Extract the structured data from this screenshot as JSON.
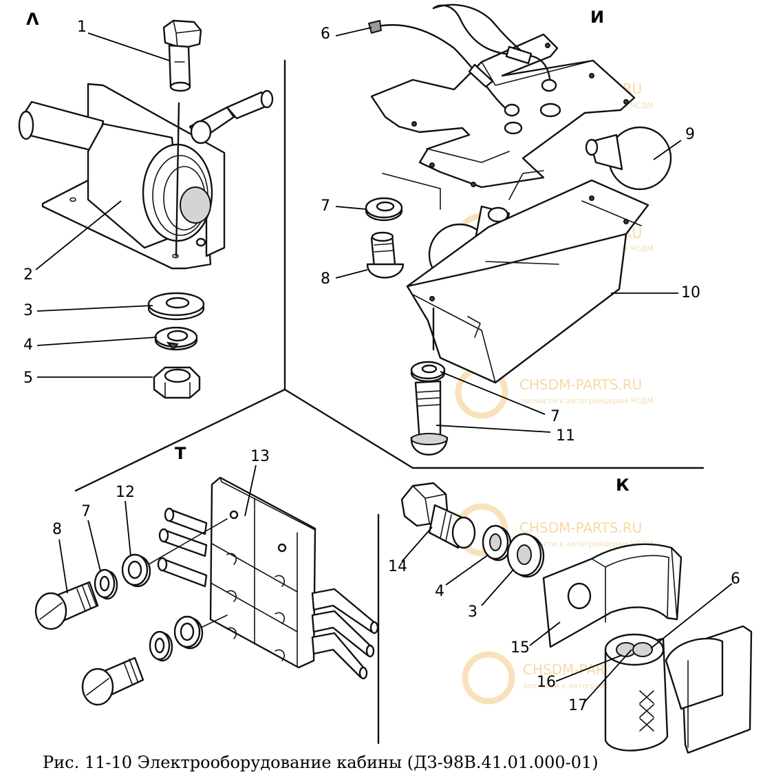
{
  "caption": "Рис. 11-10 Электрооборудование кабины (ДЗ-98В.41.01.000-01)",
  "sections": {
    "L": "Λ",
    "I": "И",
    "T": "Т",
    "K": "К"
  },
  "callouts": {
    "c1": "1",
    "c2": "2",
    "c3": "3",
    "c4": "4",
    "c5": "5",
    "c6": "6",
    "c7": "7",
    "c8": "8",
    "c9": "9",
    "c10": "10",
    "c7b": "7",
    "c11": "11",
    "c13": "13",
    "c8t": "8",
    "c7t": "7",
    "c12": "12",
    "c14": "14",
    "c4k": "4",
    "c3k": "3",
    "c6k": "6",
    "c15": "15",
    "c16": "16",
    "c17": "17"
  },
  "watermark": {
    "brand": "CHSDM-PARTS.RU",
    "tagline": "запчасти к автогрейдерам ЧСДМ"
  }
}
